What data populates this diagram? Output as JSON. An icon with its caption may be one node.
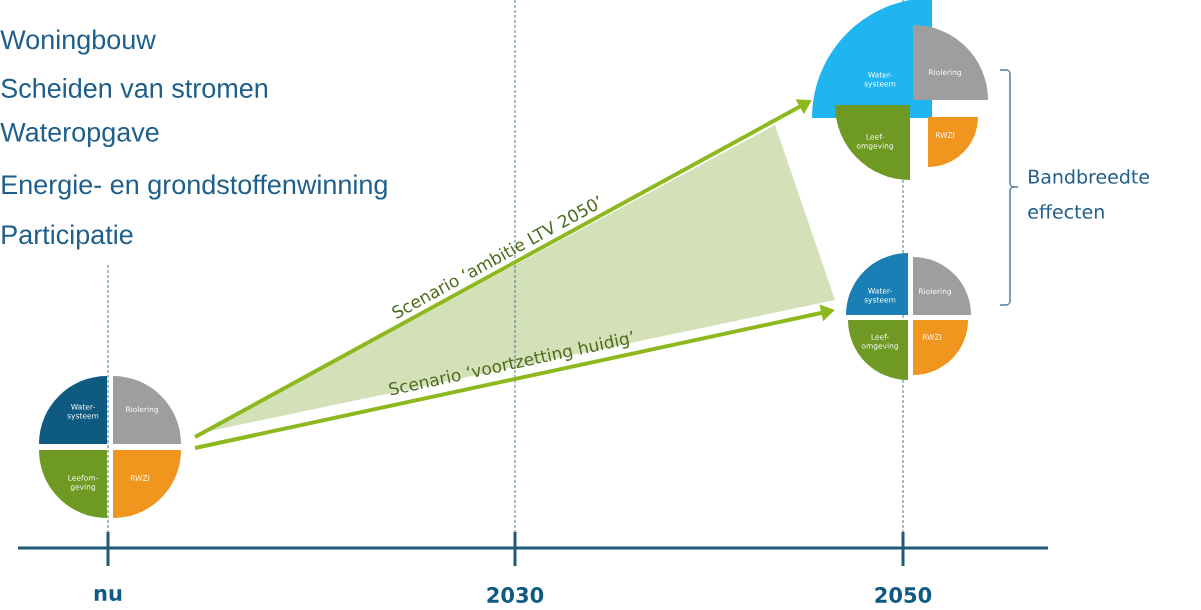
{
  "diagram": {
    "nodes": [
      {
        "text": [
          "Water- systeem"
        ]
      },
      {
        "text": [
          "Riolering"
        ]
      },
      {
        "text": [
          "Leefom- geving"
        ]
      },
      {
        "text": [
          "RWZI"
        ]
      },
      {
        "text": [
          "Water- systeem"
        ]
      },
      {
        "text": [
          "Riolering"
        ]
      },
      {
        "text": [
          "Leef- omgeving"
        ]
      },
      {
        "text": [
          "RWZI"
        ]
      },
      {
        "text": [
          "Water- systeem"
        ]
      },
      {
        "text": [
          "Riolering"
        ]
      },
      {
        "text": [
          "Leef- omgeving"
        ]
      },
      {
        "text": [
          "RWZI"
        ]
      }
    ],
    "edges": [
      {
        "from": 1,
        "to": 4,
        "arrow": "to",
        "label": "Scenario ‘ambitie LTV 2050’"
      },
      {
        "from": 3,
        "to": 8,
        "arrow": "to",
        "label": "Scenario ‘voortzetting huidig’"
      }
    ],
    "labels": [
      "Woningbouw",
      "Scheiden van stromen",
      "Wateropgave",
      "Energie- en grondstoffenwinning",
      "Participatie",
      "Bandbreedte effecten",
      "nu",
      "2030",
      "2050"
    ]
  }
}
